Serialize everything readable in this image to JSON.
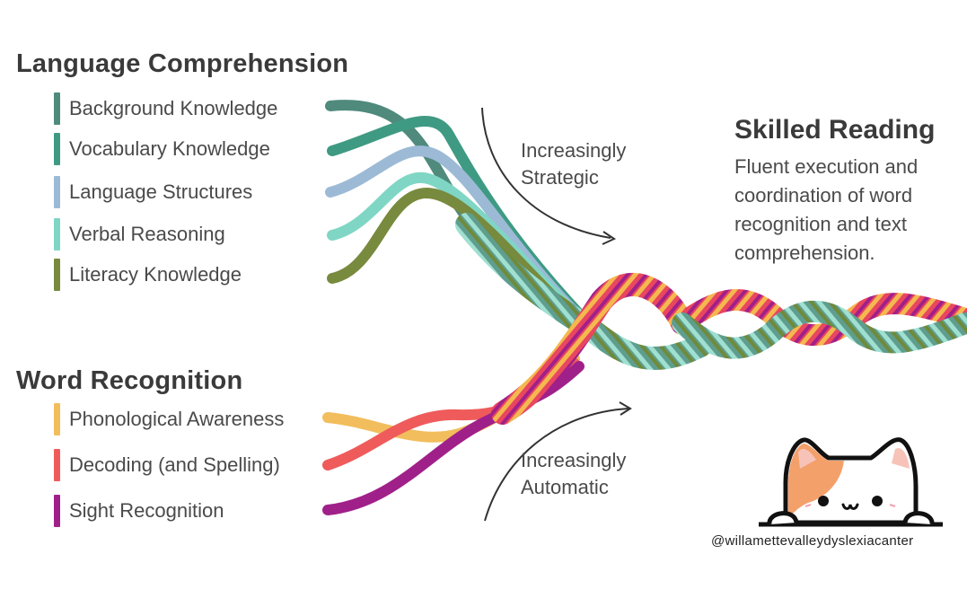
{
  "language_comprehension": {
    "title": "Language Comprehension",
    "strands": [
      {
        "label": "Background Knowledge",
        "color": "#4f8a7c"
      },
      {
        "label": "Vocabulary Knowledge",
        "color": "#3f9a83"
      },
      {
        "label": "Language Structures",
        "color": "#9cbad6"
      },
      {
        "label": "Verbal Reasoning",
        "color": "#7fd6c4"
      },
      {
        "label": "Literacy Knowledge",
        "color": "#788a3e"
      }
    ]
  },
  "word_recognition": {
    "title": "Word Recognition",
    "strands": [
      {
        "label": "Phonological Awareness",
        "color": "#f2bd5c"
      },
      {
        "label": "Decoding (and Spelling)",
        "color": "#ef5b5b"
      },
      {
        "label": "Sight Recognition",
        "color": "#a0208a"
      }
    ]
  },
  "arrows": {
    "strategic": {
      "line1": "Increasingly",
      "line2": "Strategic"
    },
    "automatic": {
      "line1": "Increasingly",
      "line2": "Automatic"
    }
  },
  "skilled_reading": {
    "title": "Skilled Reading",
    "description": "Fluent execution and coordination of word recognition and text comprehension."
  },
  "watermark": {
    "handle": "@willamettevalleydyslexiacanter"
  }
}
